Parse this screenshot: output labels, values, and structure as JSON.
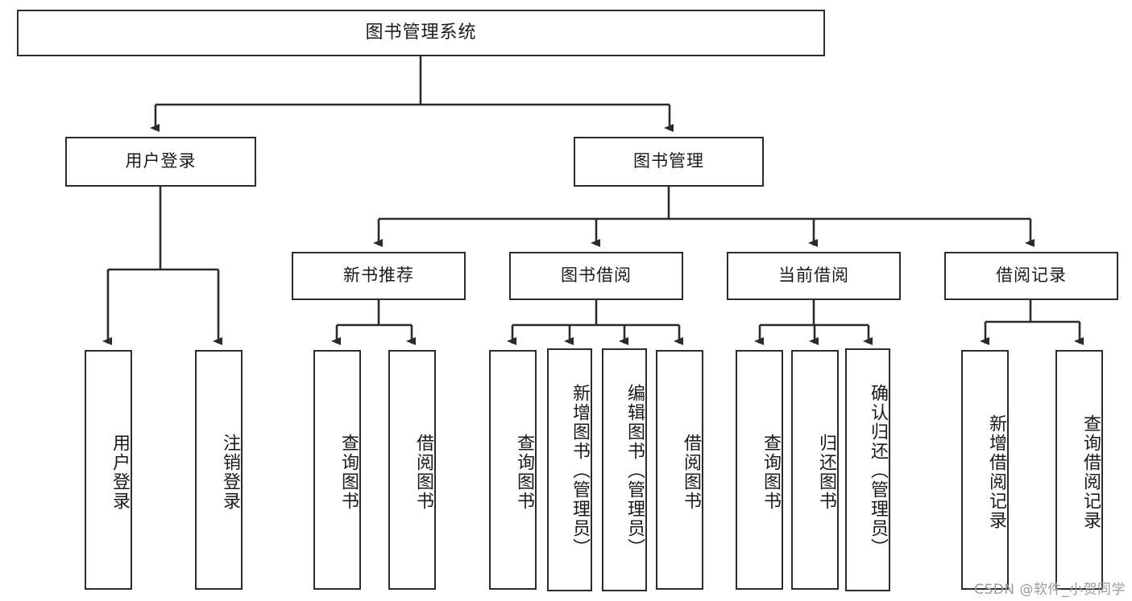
{
  "diagram": {
    "title": "图书管理系统",
    "type": "hierarchy-tree",
    "root": {
      "id": "root",
      "label": "图书管理系统"
    },
    "level2": [
      {
        "id": "user-login",
        "label": "用户登录"
      },
      {
        "id": "book-management",
        "label": "图书管理"
      }
    ],
    "level3": [
      {
        "id": "new-book-recommend",
        "label": "新书推荐"
      },
      {
        "id": "book-borrow",
        "label": "图书借阅"
      },
      {
        "id": "current-borrow",
        "label": "当前借阅"
      },
      {
        "id": "borrow-record",
        "label": "借阅记录"
      }
    ],
    "leaves": {
      "user-login": [
        {
          "id": "leaf-user-login",
          "label": "用户登录"
        },
        {
          "id": "leaf-user-logout",
          "label": "注销登录"
        }
      ],
      "new-book-recommend": [
        {
          "id": "leaf-query-book-1",
          "label": "查询图书"
        },
        {
          "id": "leaf-borrow-book-1",
          "label": "借阅图书"
        }
      ],
      "book-borrow": [
        {
          "id": "leaf-query-book-2",
          "label": "查询图书"
        },
        {
          "id": "leaf-add-book",
          "label": "新增图书（管理员）"
        },
        {
          "id": "leaf-edit-book",
          "label": "编辑图书（管理员）"
        },
        {
          "id": "leaf-borrow-book-2",
          "label": "借阅图书"
        }
      ],
      "current-borrow": [
        {
          "id": "leaf-query-book-3",
          "label": "查询图书"
        },
        {
          "id": "leaf-return-book",
          "label": "归还图书"
        },
        {
          "id": "leaf-confirm-return",
          "label": "确认归还（管理员）"
        }
      ],
      "borrow-record": [
        {
          "id": "leaf-add-record",
          "label": "新增借阅记录"
        },
        {
          "id": "leaf-query-record",
          "label": "查询借阅记录"
        }
      ]
    }
  },
  "watermark": {
    "text": "CSDN @软件_小贺同学"
  },
  "colors": {
    "stroke": "#2b2b2b",
    "background": "#ffffff",
    "text": "#1a1a1a",
    "watermark": "#9b9b9b"
  }
}
